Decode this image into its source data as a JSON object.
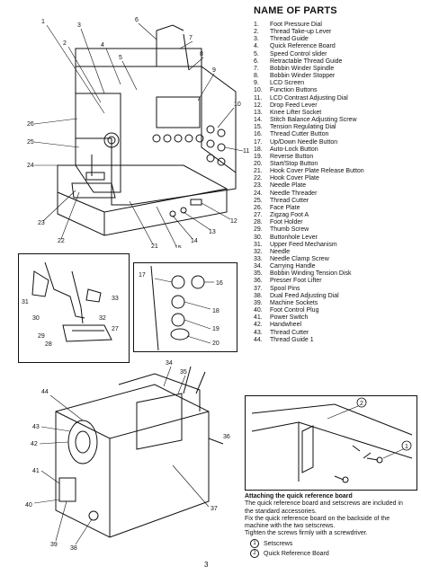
{
  "title": "NAME OF PARTS",
  "parts": [
    {
      "num": "1.",
      "name": "Foot Pressure Dial"
    },
    {
      "num": "2.",
      "name": "Thread Take-up Lever"
    },
    {
      "num": "3.",
      "name": "Thread Guide"
    },
    {
      "num": "4.",
      "name": "Quick Reference Board"
    },
    {
      "num": "5.",
      "name": "Speed Control slider"
    },
    {
      "num": "6.",
      "name": "Retractable Thread Guide"
    },
    {
      "num": "7.",
      "name": "Bobbin Winder Spindle"
    },
    {
      "num": "8.",
      "name": "Bobbin Winder Stopper"
    },
    {
      "num": "9.",
      "name": "LCD Screen"
    },
    {
      "num": "10.",
      "name": "Function Buttons"
    },
    {
      "num": "11.",
      "name": "LCD Contrast Adjusting Dial"
    },
    {
      "num": "12.",
      "name": "Drop Feed Lever"
    },
    {
      "num": "13.",
      "name": "Knee Lifter Socket"
    },
    {
      "num": "14.",
      "name": "Stitch Balance Adjusting Screw"
    },
    {
      "num": "15.",
      "name": "Tension Regulating Dial"
    },
    {
      "num": "16.",
      "name": "Thread Cutter Button"
    },
    {
      "num": "17.",
      "name": "Up/Down Needle Button"
    },
    {
      "num": "18.",
      "name": "Auto-Lock Button"
    },
    {
      "num": "19.",
      "name": "Reverse Button"
    },
    {
      "num": "20.",
      "name": "Start/Stop Button"
    },
    {
      "num": "21.",
      "name": "Hook Cover Plate Release Button"
    },
    {
      "num": "22.",
      "name": "Hook Cover Plate"
    },
    {
      "num": "23.",
      "name": "Needle Plate"
    },
    {
      "num": "24.",
      "name": "Needle Threader"
    },
    {
      "num": "25.",
      "name": "Thread Cutter"
    },
    {
      "num": "26.",
      "name": "Face Plate"
    },
    {
      "num": "27.",
      "name": "Zigzag Foot A"
    },
    {
      "num": "28.",
      "name": "Foot Holder"
    },
    {
      "num": "29.",
      "name": "Thumb Screw"
    },
    {
      "num": "30.",
      "name": "Buttonhole Lever"
    },
    {
      "num": "31.",
      "name": "Upper Feed Mechanism"
    },
    {
      "num": "32.",
      "name": "Needle"
    },
    {
      "num": "33.",
      "name": "Needle Clamp Screw"
    },
    {
      "num": "34.",
      "name": "Carrying Handle"
    },
    {
      "num": "35.",
      "name": "Bobbin Winding Tension Disk"
    },
    {
      "num": "36.",
      "name": "Presser Foot Lifter"
    },
    {
      "num": "37.",
      "name": "Spool Pins"
    },
    {
      "num": "38.",
      "name": "Dual Feed Adjusting Dial"
    },
    {
      "num": "39.",
      "name": "Machine Sockets"
    },
    {
      "num": "40.",
      "name": "Foot Control Plug"
    },
    {
      "num": "41.",
      "name": "Power Switch"
    },
    {
      "num": "42.",
      "name": "Handwheel"
    },
    {
      "num": "43.",
      "name": "Thread Cutter"
    },
    {
      "num": "44.",
      "name": "Thread Guide 1"
    }
  ],
  "attach": {
    "heading": "Attaching the quick reference board",
    "lines": [
      "The quick reference board and setscrews are included in",
      "the standard accessories.",
      "Fix the quick reference board on the backside of the",
      "machine with the two setscrews.",
      "Tighten the screws firmly with a screwdriver."
    ],
    "legend": [
      {
        "mark": "1",
        "text": "Setscrews"
      },
      {
        "mark": "2",
        "text": "Quick Reference Board"
      }
    ]
  },
  "page_number": "3",
  "callouts": {
    "front": [
      "1",
      "2",
      "3",
      "4",
      "5",
      "6",
      "7",
      "8",
      "9",
      "10",
      "11",
      "12",
      "13",
      "14",
      "15",
      "21",
      "22",
      "23",
      "24",
      "25",
      "26"
    ],
    "foot": [
      "31",
      "30",
      "29",
      "28",
      "27",
      "32",
      "33"
    ],
    "buttons": [
      "17",
      "16",
      "18",
      "19",
      "20"
    ],
    "back": [
      "34",
      "35",
      "44",
      "43",
      "42",
      "41",
      "40",
      "39",
      "38",
      "37",
      "36"
    ],
    "board": [
      "1",
      "2"
    ]
  }
}
